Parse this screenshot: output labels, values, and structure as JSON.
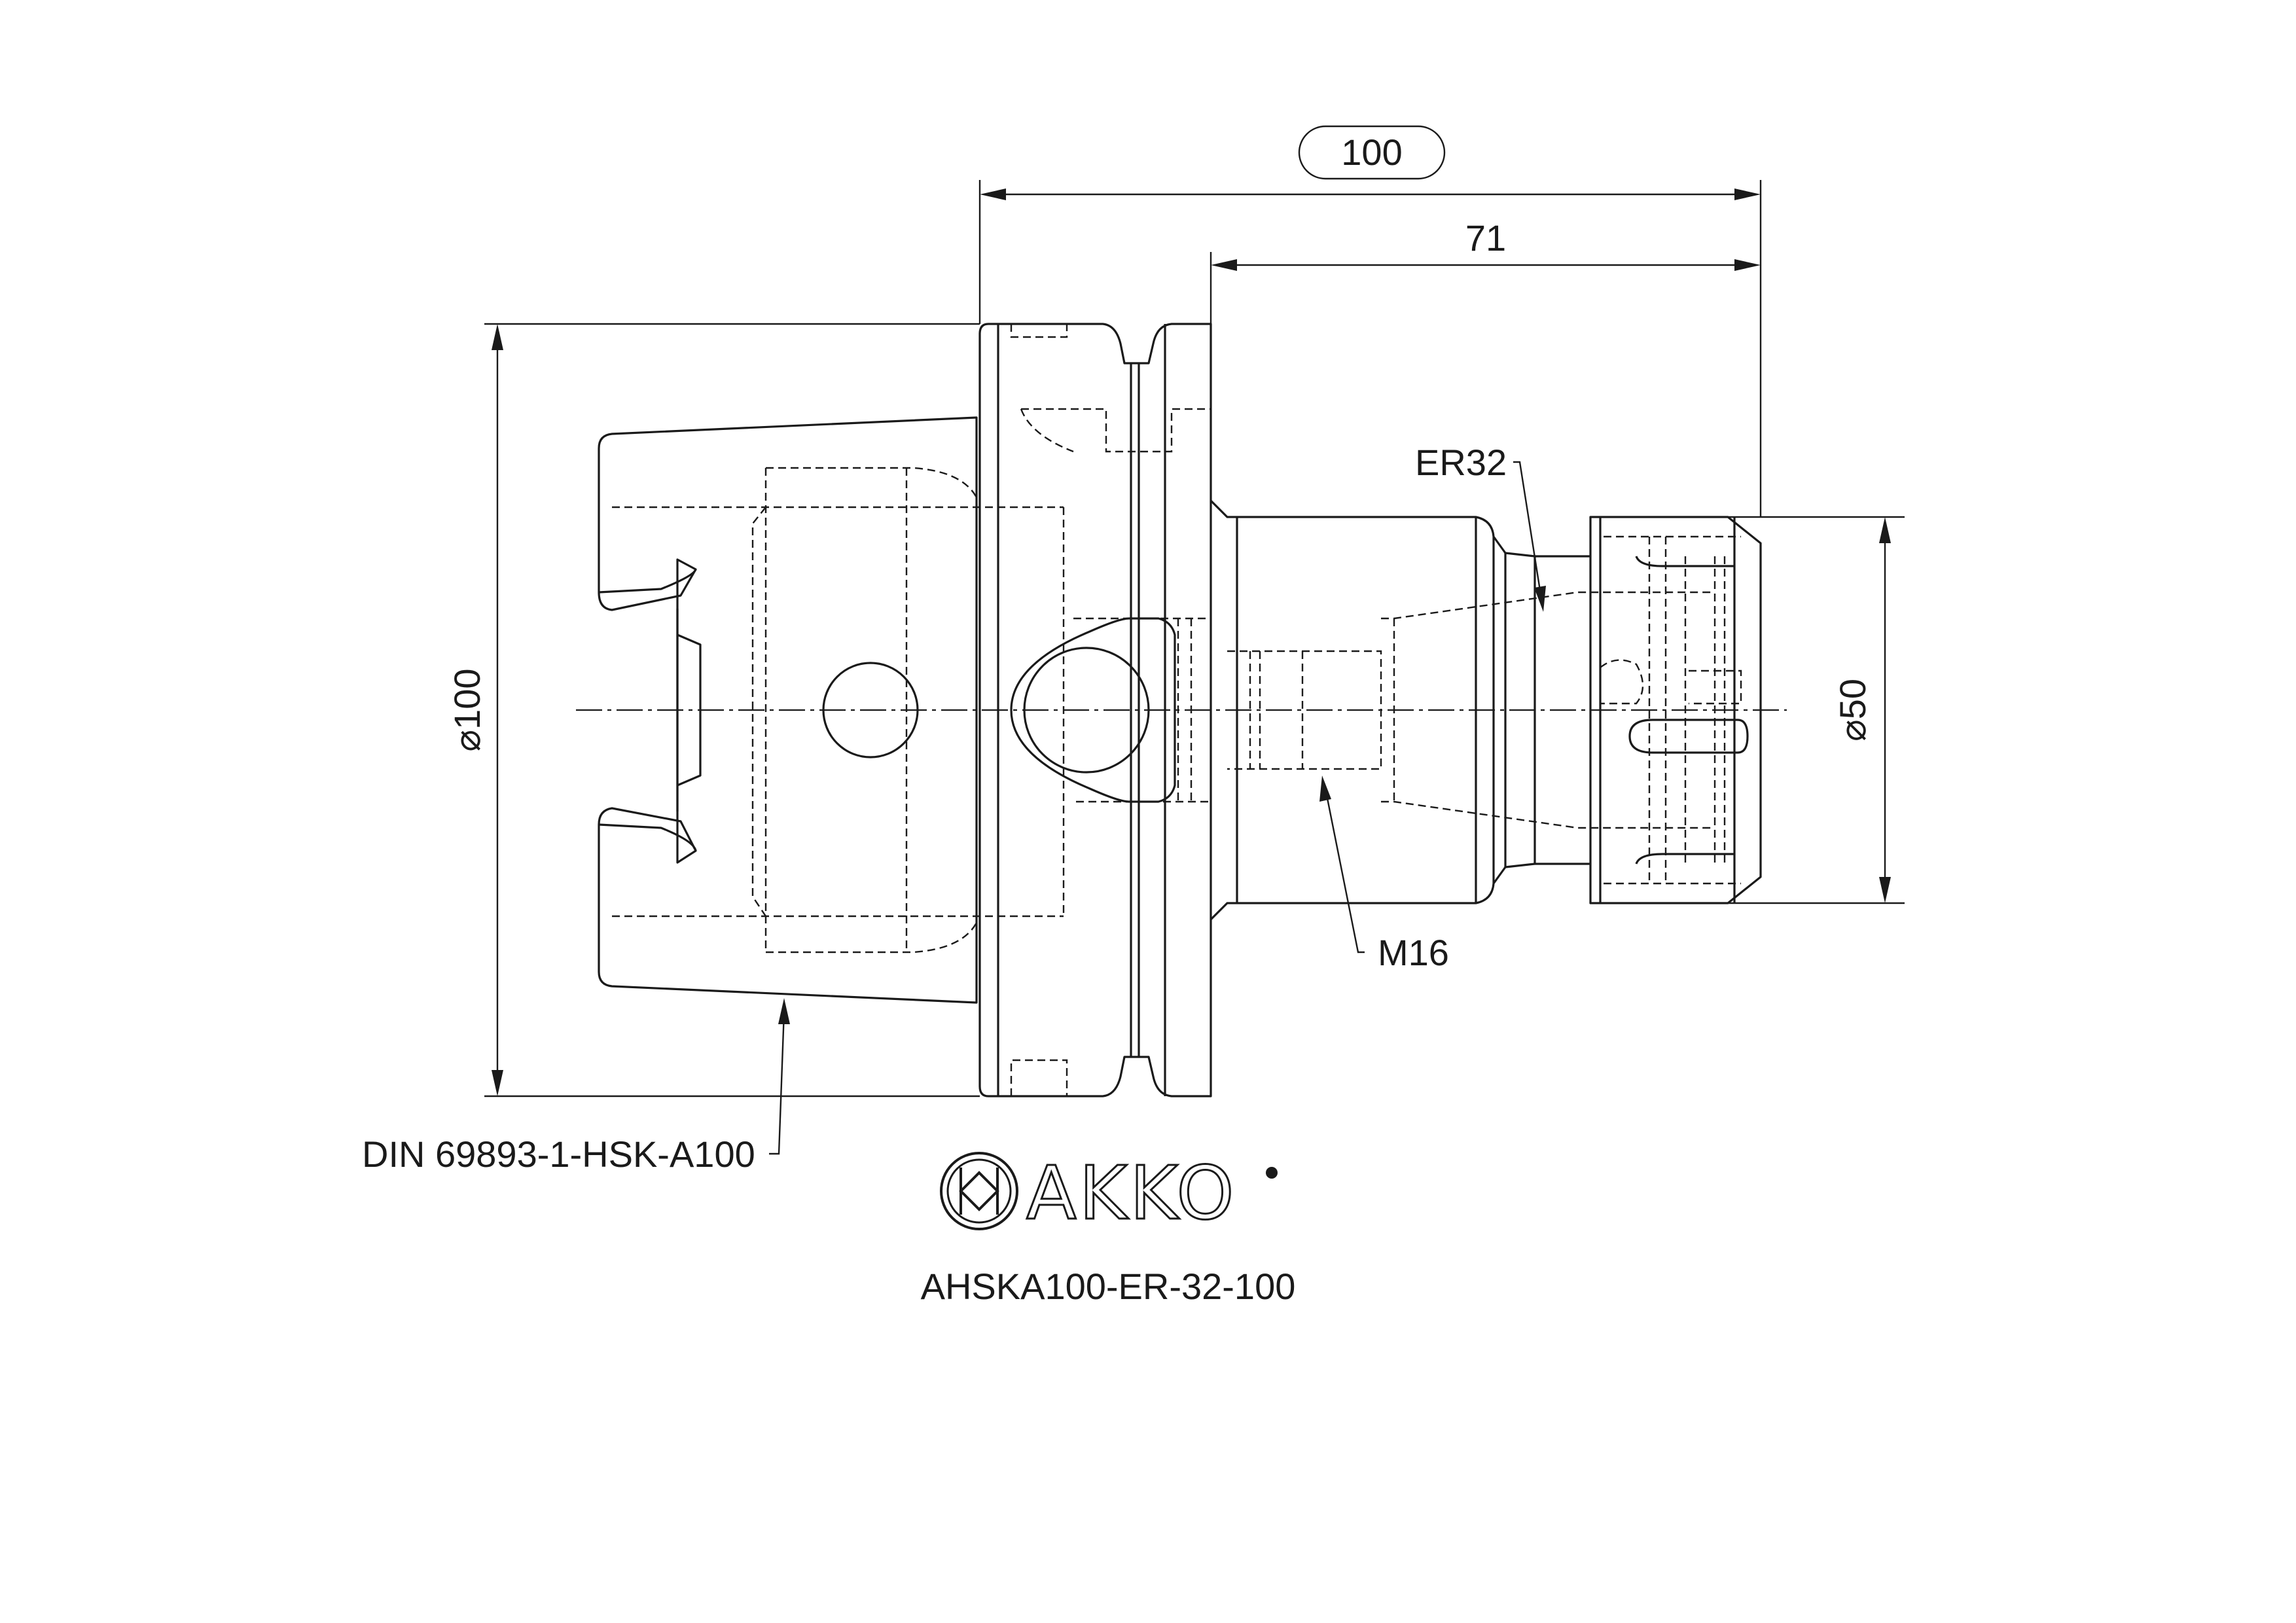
{
  "dimensions": {
    "overall_length": "100",
    "gauge_length": "71",
    "flange_diameter": "⌀100",
    "nut_diameter": "⌀50"
  },
  "callouts": {
    "collet": "ER32",
    "thread": "M16",
    "taper_standard": "DIN 69893-1-HSK-A100"
  },
  "brand": {
    "name": "AKKO"
  },
  "part_number": "AHSKA100-ER-32-100"
}
